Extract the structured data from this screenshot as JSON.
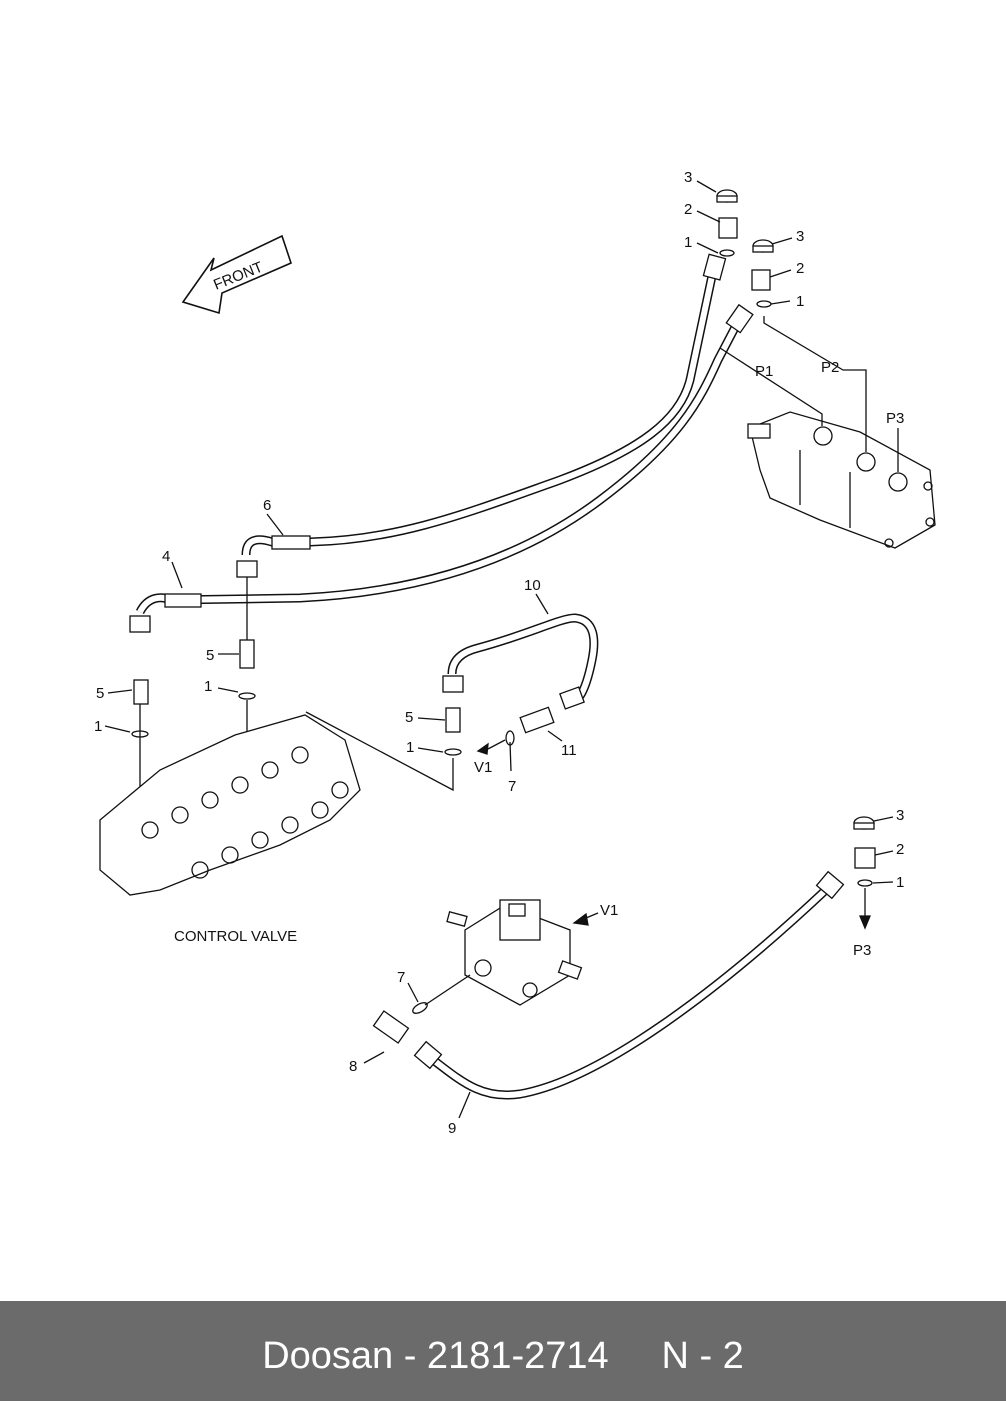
{
  "front_label": "FRONT",
  "control_valve_label": "CONTROL VALVE",
  "footer": {
    "text": "Doosan - 2181-2714     N - 2"
  },
  "callouts": {
    "c1a": "1",
    "c1b": "1",
    "c1c": "1",
    "c1d": "1",
    "c1e": "1",
    "c1f": "1",
    "c2a": "2",
    "c2b": "2",
    "c2c": "2",
    "c3a": "3",
    "c3b": "3",
    "c3c": "3",
    "c4": "4",
    "c5a": "5",
    "c5b": "5",
    "c5c": "5",
    "c6": "6",
    "c7a": "7",
    "c7b": "7",
    "c8": "8",
    "c9": "9",
    "c10": "10",
    "c11": "11"
  },
  "ports": {
    "p1": "P1",
    "p2": "P2",
    "p3": "P3",
    "p3b": "P3",
    "v1a": "V1",
    "v1b": "V1"
  }
}
